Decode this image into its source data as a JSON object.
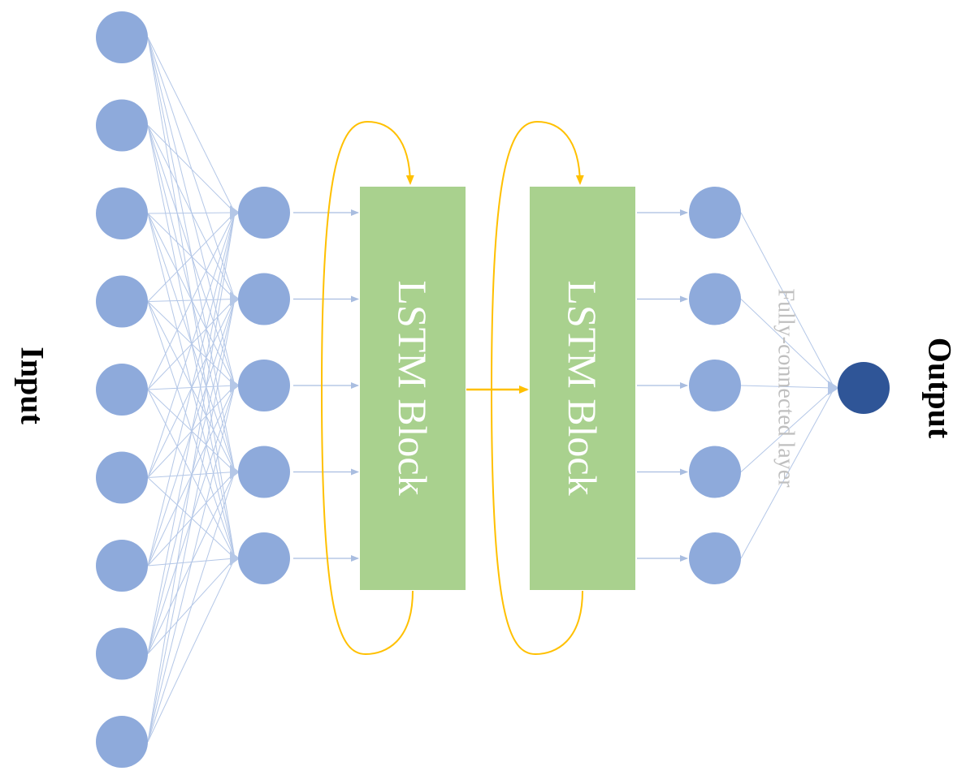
{
  "labels": {
    "input": "Input",
    "output": "Output",
    "lstm_block_1": "LSTM Block",
    "lstm_block_2": "LSTM Block",
    "fc_layer": "Fully-connected layer"
  },
  "structure": {
    "input_nodes": 9,
    "hidden_nodes": 5,
    "lstm_blocks": 2,
    "dense_nodes": 5,
    "output_nodes": 1
  },
  "colors": {
    "node": "#8eaadb",
    "output_node": "#2f5597",
    "lstm_block": "#a9d18e",
    "lstm_text": "#ffffff",
    "recurrent_arrow": "#ffc000",
    "connection": "#b4c7e7",
    "fc_label": "#bfbfbf",
    "title_text": "#000000"
  }
}
